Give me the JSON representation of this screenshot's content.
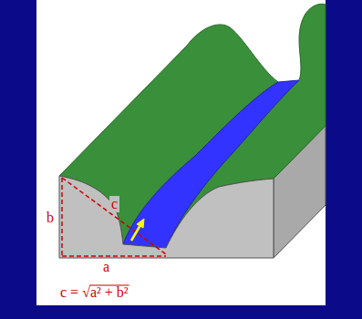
{
  "diagram": {
    "labels": [
      "b",
      "c",
      "a",
      "c = √a² + b²"
    ]
  }
}
